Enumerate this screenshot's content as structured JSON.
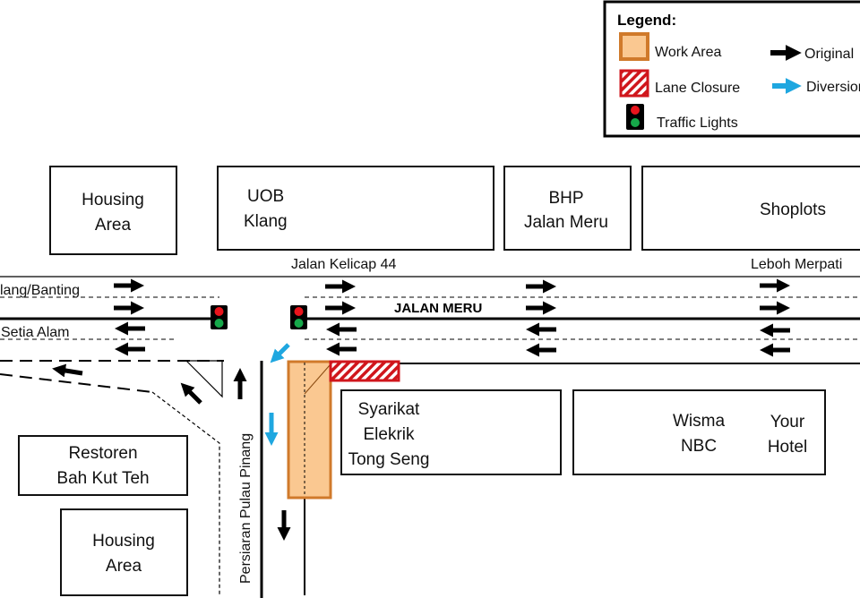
{
  "legend": {
    "title": "Legend:",
    "items": [
      {
        "label": "Work Area",
        "icon": "work-area-swatch"
      },
      {
        "label": "Lane Closure",
        "icon": "lane-closure-swatch"
      },
      {
        "label": "Traffic Lights",
        "icon": "traffic-light-icon"
      },
      {
        "label": "Original",
        "icon": "black-arrow-icon"
      },
      {
        "label": "Diversion",
        "icon": "blue-arrow-icon"
      }
    ]
  },
  "buildings": {
    "housing_top": [
      "Housing",
      "Area"
    ],
    "uob": [
      "UOB",
      "Klang"
    ],
    "bhp": [
      "BHP",
      "Jalan Meru"
    ],
    "shoplots": "Shoplots",
    "syarikat": [
      "Syarikat",
      "Elekrik",
      "Tong Seng"
    ],
    "wisma": [
      "Wisma",
      "NBC"
    ],
    "hotel": [
      "Your",
      "Hotel"
    ],
    "restoren": [
      "Restoren",
      "Bah Kut Teh"
    ],
    "housing_bottom": [
      "Housing",
      "Area"
    ]
  },
  "roads": {
    "kelicap": "Jalan Kelicap 44",
    "merpati": "Leboh Merpati",
    "klang_banting": "lang/Banting",
    "setia_alam": "Setia Alam",
    "jalan_meru": "JALAN MERU",
    "pulau_pinang": "Persiaran Pulau Pinang"
  },
  "colors": {
    "work_area_fill": "#fac891",
    "work_area_border": "#d07a2b",
    "lane_closure": "#d0161c",
    "diversion": "#1fa7e0",
    "original": "#000000",
    "light_red": "#e8141c",
    "light_green": "#16a84a"
  }
}
